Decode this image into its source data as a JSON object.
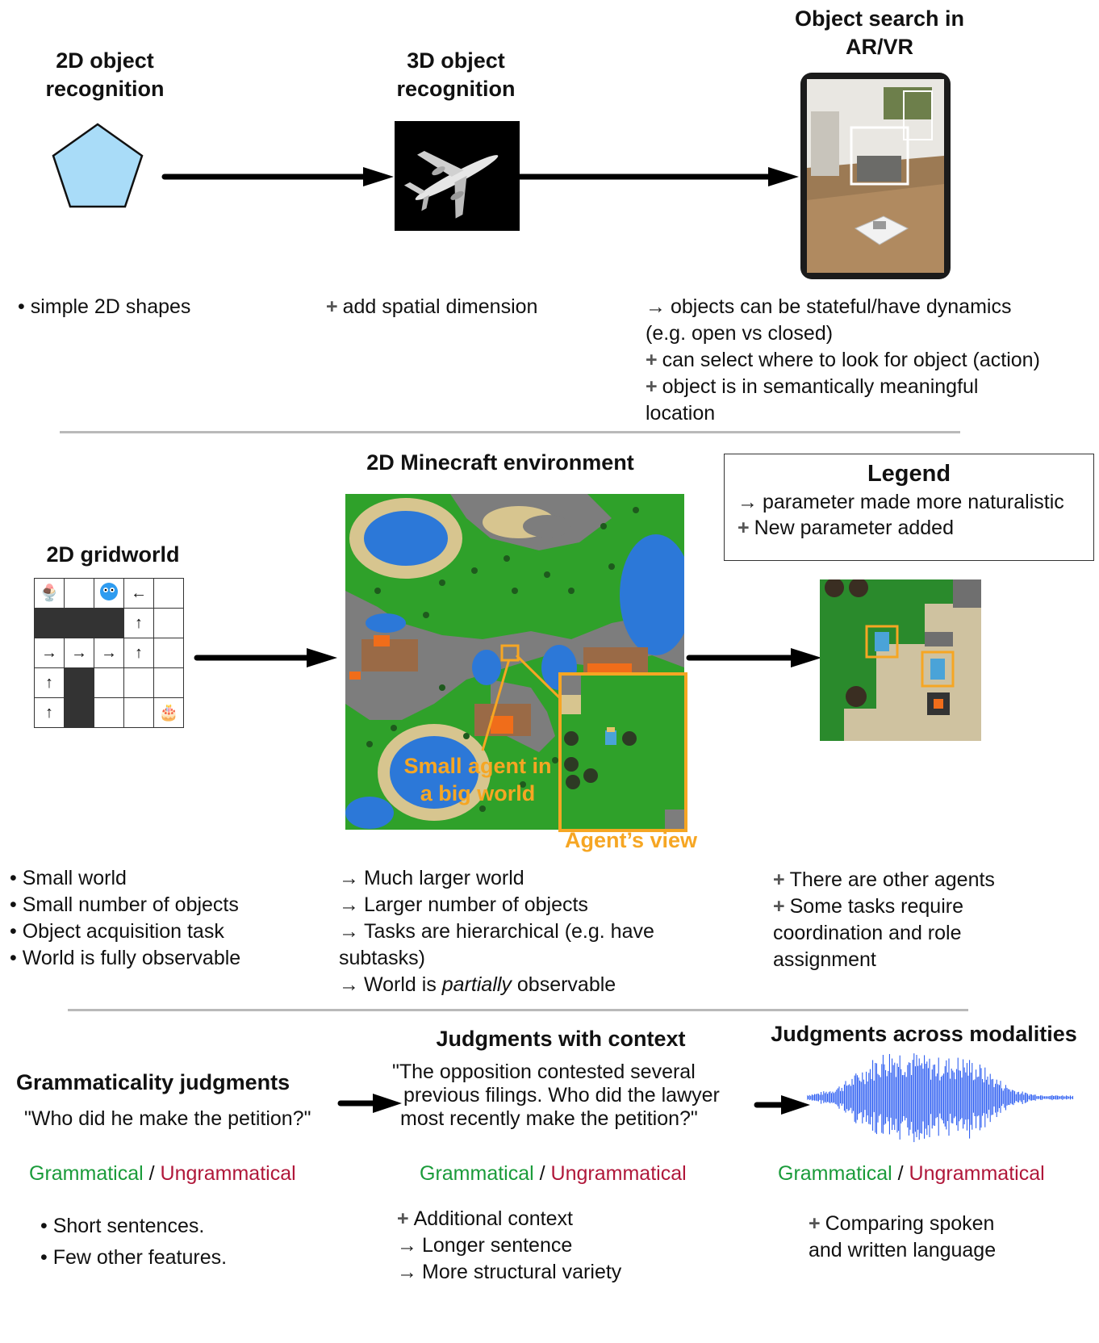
{
  "row1": {
    "col1": {
      "title_line1": "2D object",
      "title_line2": "recognition",
      "bullets": [
        "• simple 2D shapes"
      ]
    },
    "col2": {
      "title_line1": "3D object",
      "title_line2": "recognition",
      "items": [
        {
          "marker": "+",
          "text": "add spatial dimension"
        }
      ]
    },
    "col3": {
      "title_line1": "Object search in",
      "title_line2": "AR/VR",
      "items": [
        {
          "marker": "→",
          "text": "objects can be stateful/have dynamics"
        },
        {
          "marker": "",
          "text": "(e.g. open vs closed)"
        },
        {
          "marker": "+",
          "text": "can select where to look for object (action)"
        },
        {
          "marker": "+",
          "text": "object is in semantically meaningful"
        },
        {
          "marker": "",
          "text": "location"
        }
      ]
    }
  },
  "row2": {
    "gridworld_title": "2D gridworld",
    "minecraft_title": "2D Minecraft environment",
    "small_agent_line1": "Small agent in",
    "small_agent_line2": "a big world",
    "agent_view_label": "Agent’s view",
    "legend": {
      "title": "Legend",
      "items": [
        {
          "marker": "→",
          "text": "parameter made more naturalistic"
        },
        {
          "marker": "+",
          "text": "New parameter added"
        }
      ]
    },
    "col1_bullets": [
      "• Small world",
      "• Small number of objects",
      "• Object acquisition task",
      "• World is fully observable"
    ],
    "col2_items": [
      {
        "marker": "→",
        "text": "Much larger world"
      },
      {
        "marker": "→",
        "text": "Larger number of objects"
      },
      {
        "marker": "→",
        "text": "Tasks are hierarchical (e.g. have"
      },
      {
        "marker": "",
        "text": "subtasks)"
      }
    ],
    "col2_last": {
      "marker": "→",
      "pre": "World is ",
      "em": "partially",
      "post": " observable"
    },
    "col3_items": [
      {
        "marker": "+",
        "text": "There are other agents"
      },
      {
        "marker": "+",
        "text": "Some tasks require"
      },
      {
        "marker": "",
        "text": "coordination and role"
      },
      {
        "marker": "",
        "text": "assignment"
      }
    ]
  },
  "row3": {
    "col1": {
      "title": "Grammaticality judgments",
      "quote": "\"Who did he make the petition?\"",
      "grammatical": "Grammatical",
      "sep": "/",
      "ungrammatical": "Ungrammatical",
      "bullets": [
        "• Short sentences.",
        "• Few other features."
      ]
    },
    "col2": {
      "title": "Judgments with context",
      "quote_line1": "\"The opposition contested several",
      "quote_line2": "previous filings. Who did the lawyer",
      "quote_line3": "most recently make the petition?\"",
      "grammatical": "Grammatical",
      "sep": "/",
      "ungrammatical": "Ungrammatical",
      "items": [
        {
          "marker": "+",
          "text": "Additional context"
        },
        {
          "marker": "→",
          "text": "Longer sentence"
        },
        {
          "marker": "→",
          "text": "More structural variety"
        }
      ]
    },
    "col3": {
      "title": "Judgments across modalities",
      "grammatical": "Grammatical",
      "sep": "/",
      "ungrammatical": "Ungrammatical",
      "items": [
        {
          "marker": "+",
          "text": "Comparing spoken"
        },
        {
          "marker": "",
          "text": "and written language"
        }
      ]
    }
  },
  "colors": {
    "pentagon": "#a9dcf8",
    "arrow": "#000000",
    "orange": "#f6a623",
    "grammatical": "#1a9b3a",
    "ungrammatical": "#b0173a",
    "waveform": "#1a4ff0"
  }
}
